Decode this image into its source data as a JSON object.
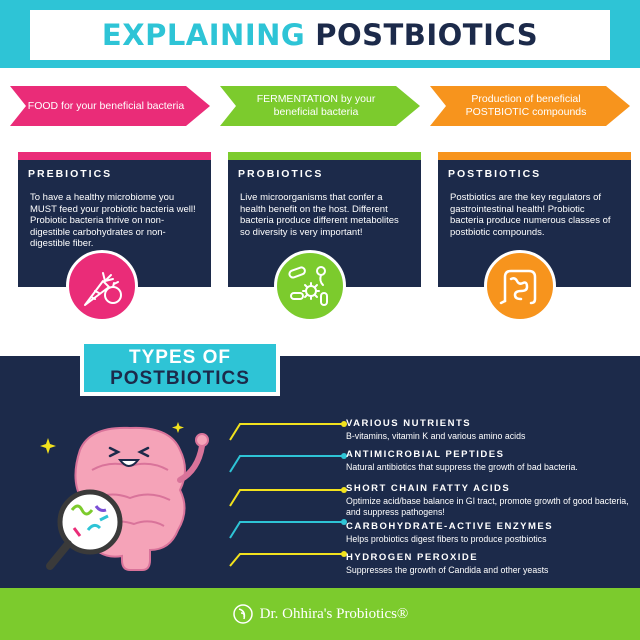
{
  "header": {
    "title_part1": "EXPLAINING",
    "title_part2": "POSTBIOTICS"
  },
  "arrows": [
    {
      "text": "FOOD for your beneficial bacteria",
      "color": "#ea2c78"
    },
    {
      "text": "FERMENTATION by your beneficial bacteria",
      "color": "#7ccb2d"
    },
    {
      "text": "Production of beneficial POSTBIOTIC compounds",
      "color": "#f7941d"
    }
  ],
  "cards": [
    {
      "title": "PREBIOTICS",
      "text": "To have a healthy microbiome you MUST feed your probiotic bacteria well! Probiotic bacteria thrive on non-digestible carbohydrates or non-digestible fiber.",
      "icon": "vegetables-icon"
    },
    {
      "title": "PROBIOTICS",
      "text": "Live microorganisms that confer a health benefit on the host. Different bacteria produce different metabolites so diversity is very important!",
      "icon": "bacteria-icon"
    },
    {
      "title": "POSTBIOTICS",
      "text": "Postbiotics are the key regulators of gastrointestinal health! Probiotic bacteria produce numerous classes of postbiotic compounds.",
      "icon": "intestine-icon"
    }
  ],
  "types": {
    "heading_part1": "TYPES OF",
    "heading_part2": "POSTBIOTICS",
    "items": [
      {
        "title": "VARIOUS NUTRIENTS",
        "desc": "B-vitamins, vitamin K and various amino acids"
      },
      {
        "title": "ANTIMICROBIAL PEPTIDES",
        "desc": "Natural antibiotics that suppress the growth of bad bacteria."
      },
      {
        "title": "SHORT CHAIN FATTY ACIDS",
        "desc": "Optimize acid/base balance in GI tract, promote growth of good bacteria, and suppress pathogens!"
      },
      {
        "title": "CARBOHYDRATE-ACTIVE ENZYMES",
        "desc": "Helps probiotics digest fibers to produce postbiotics"
      },
      {
        "title": "HYDROGEN PEROXIDE",
        "desc": "Suppresses the growth of Candida and other yeasts"
      }
    ]
  },
  "footer": {
    "brand": "Dr. Ohhira's Probiotics®"
  },
  "colors": {
    "teal": "#2ec4d6",
    "navy": "#1c2a4a",
    "pink": "#ea2c78",
    "green": "#7ccb2d",
    "orange": "#f7941d",
    "yellow": "#f2e21d"
  }
}
